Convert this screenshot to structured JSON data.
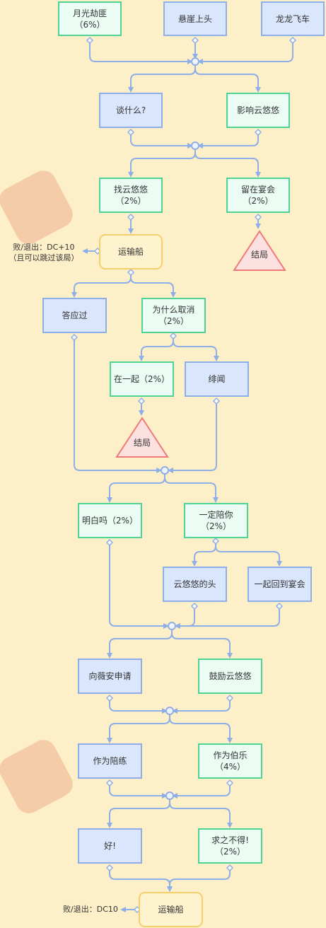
{
  "colors": {
    "background": "#fdefc8",
    "wire": "#8eaee8",
    "blue_fill": "#dae6fc",
    "green_border": "#4fd394",
    "yellow_border": "#f5cf6a",
    "ending_fill": "#fde0e0",
    "ending_border": "#ee7a7a"
  },
  "nodes": {
    "n1": {
      "label": "月光劫匪",
      "sub": "（6%）"
    },
    "n2": {
      "label": "悬崖上头"
    },
    "n3": {
      "label": "龙龙飞车"
    },
    "n4": {
      "label": "谈什么?"
    },
    "n5": {
      "label": "影响云悠悠"
    },
    "n6": {
      "label": "找云悠悠",
      "sub": "（2%）"
    },
    "n7": {
      "label": "留在宴会",
      "sub": "（2%）"
    },
    "n8": {
      "label": "运输船"
    },
    "n9": {
      "label": "答应过"
    },
    "n10": {
      "label": "为什么取消",
      "sub": "（2%）"
    },
    "n11": {
      "label": "在一起（2%）"
    },
    "n12": {
      "label": "绯闻"
    },
    "n13": {
      "label": "明白吗（2%）"
    },
    "n14": {
      "label": "一定陪你",
      "sub": "（2%）"
    },
    "n15": {
      "label": "云悠悠的头"
    },
    "n16": {
      "label": "一起回到宴会"
    },
    "n17": {
      "label": "向薇安申请"
    },
    "n18": {
      "label": "鼓励云悠悠"
    },
    "n19": {
      "label": "作为陪练"
    },
    "n20": {
      "label": "作为伯乐",
      "sub": "（4%）"
    },
    "n21": {
      "label": "好!"
    },
    "n22": {
      "label": "求之不得!",
      "sub": "（2%）"
    },
    "n23": {
      "label": "运输船"
    }
  },
  "endings": {
    "e1": {
      "label": "结局"
    },
    "e2": {
      "label": "结局"
    }
  },
  "notes": {
    "fail1_line1": "败/退出：DC+10",
    "fail1_line2": "（且可以跳过该局）",
    "fail2": "败/退出：DC10"
  }
}
